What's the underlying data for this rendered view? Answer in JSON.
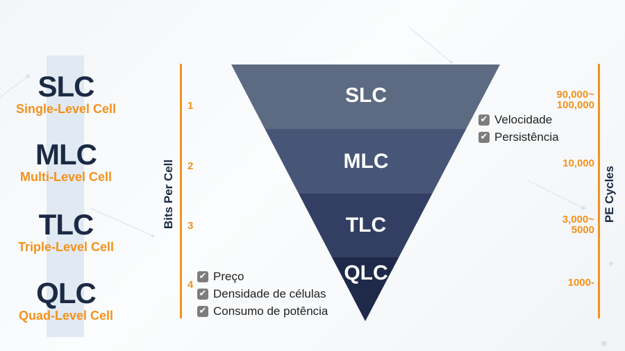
{
  "cell_types": [
    {
      "abbr": "SLC",
      "name": "Single-Level Cell",
      "bits": "1",
      "pe": "90,000~\n100,000"
    },
    {
      "abbr": "MLC",
      "name": "Multi-Level Cell",
      "bits": "2",
      "pe": "10,000"
    },
    {
      "abbr": "TLC",
      "name": "Triple-Level Cell",
      "bits": "3",
      "pe": "3,000~\n5000"
    },
    {
      "abbr": "QLC",
      "name": "Quad-Level Cell",
      "bits": "4",
      "pe": "1000-"
    }
  ],
  "axes": {
    "bits_per_cell": "Bits Per Cell",
    "pe_cycles": "PE Cycles"
  },
  "pyramid_layers": [
    "SLC",
    "MLC",
    "TLC",
    "QLC"
  ],
  "checklists": {
    "top": [
      "Velocidade",
      "Persistência"
    ],
    "bottom": [
      "Preço",
      "Densidade de células",
      "Consumo de potência"
    ]
  },
  "colors": {
    "accent": "#f2921c",
    "text_dark": "#1b2a44",
    "layers": [
      "#5c6a82",
      "#475676",
      "#323f62",
      "#1f2a4b"
    ]
  }
}
